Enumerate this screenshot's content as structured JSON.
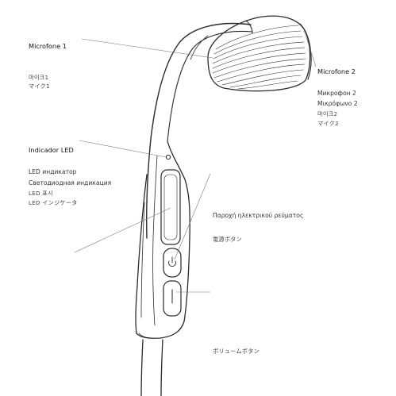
{
  "labels": {
    "mic1": {
      "title": "Microfone 1",
      "ko": "마이크1",
      "ja": "マイク1"
    },
    "mic2": {
      "title": "Microfone 2",
      "ru": "Микрофон 2",
      "el": "Μικρόφωνο 2",
      "ko": "마이크2",
      "ja": "マイク2"
    },
    "led": {
      "title": "Indicador LED",
      "ru1": "LED индикатор",
      "ru2": "Светодиодная индикация",
      "ko": "LED 표시",
      "ja": "LED インジケータ"
    },
    "power": {
      "el": "Παροχή ηλεκτρικού ρεύματος",
      "ja": "電源ボタン"
    },
    "volume": {
      "ja": "ボリュームボタン"
    }
  },
  "icons": {
    "power_button": "power-icon",
    "volume_button": "volume-minus-icon"
  },
  "colors": {
    "line": "#2a2a2a",
    "leader": "#7a7a7a",
    "text": "#1a1a1a"
  }
}
